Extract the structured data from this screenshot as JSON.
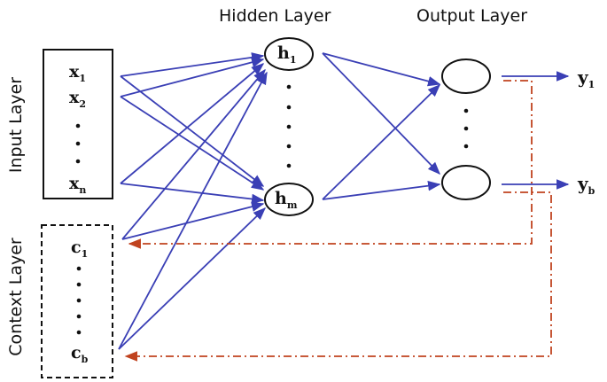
{
  "titles": {
    "hidden": "Hidden Layer",
    "output": "Output Layer",
    "input": "Input Layer",
    "context": "Context Layer"
  },
  "input_nodes": [
    {
      "main": "x",
      "sub": "1"
    },
    {
      "main": "x",
      "sub": "2"
    },
    {
      "main": "x",
      "sub": "n"
    }
  ],
  "context_nodes": [
    {
      "main": "c",
      "sub": "1"
    },
    {
      "main": "c",
      "sub": "b"
    }
  ],
  "hidden_nodes": [
    {
      "main": "h",
      "sub": "1"
    },
    {
      "main": "h",
      "sub": "m"
    }
  ],
  "outputs": [
    {
      "main": "y",
      "sub": "1"
    },
    {
      "main": "y",
      "sub": "b"
    }
  ],
  "colors": {
    "connection": "#3a3fb5",
    "feedback": "#c0431f",
    "box": "#111111",
    "text": "#111111"
  }
}
